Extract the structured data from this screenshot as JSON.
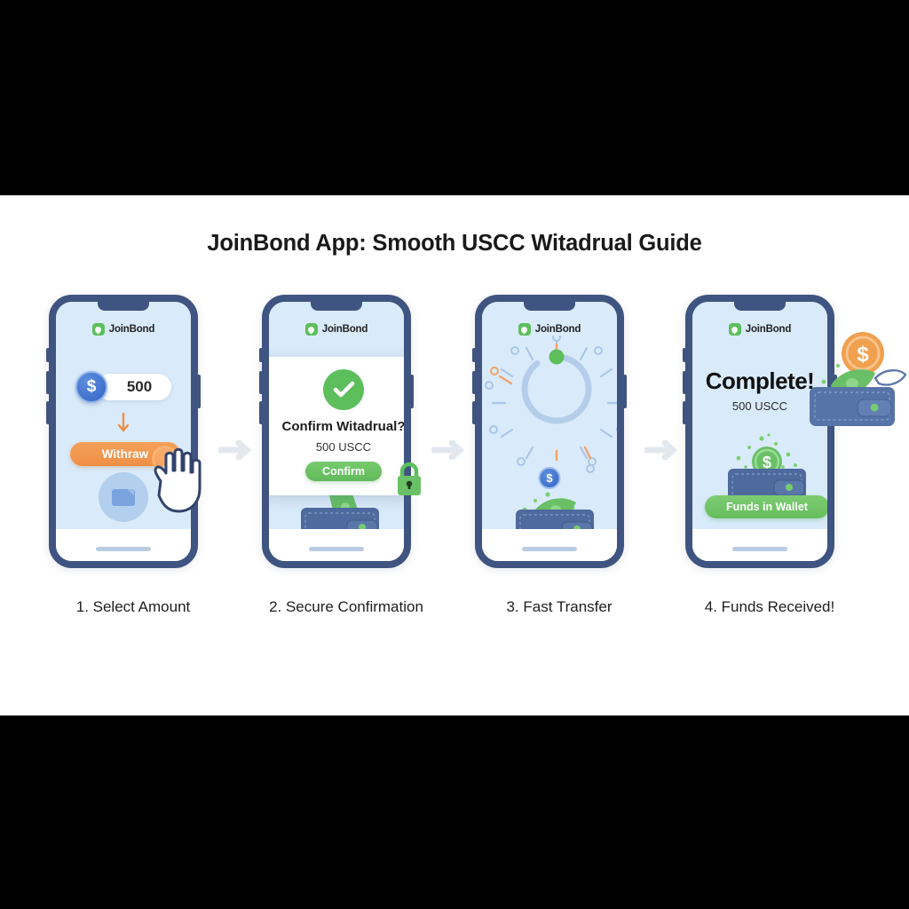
{
  "page": {
    "title": "JoinBond App: Smooth USCC Witadrual Guide",
    "background_color": "#ffffff",
    "letterbox_color": "#000000"
  },
  "brand": {
    "name": "JoinBond",
    "logo_icon": "leaf-shield-icon",
    "logo_color": "#5cbf5c"
  },
  "theme": {
    "phone_frame": "#3f5480",
    "screen_bg": "#d9ebfa",
    "accent_orange": "#ef8f46",
    "accent_green": "#5cbf5c",
    "accent_blue": "#3663c4",
    "arrow_gray": "#e3e8ef"
  },
  "connector": {
    "icon": "arrow-right-icon",
    "count": 3
  },
  "steps": [
    {
      "number": "1",
      "caption": "1. Select Amount",
      "screen": {
        "amount_value": "500",
        "coin_symbol": "$",
        "arrow_icon": "arrow-down-icon",
        "action_button": "Withraw",
        "wallet_icon": "wallet-icon",
        "cursor_icon": "hand-pointer-icon"
      }
    },
    {
      "number": "2",
      "caption": "2. Secure Confirmation",
      "screen": {
        "dialog_title": "Confirm Witadrual?",
        "dialog_amount": "500 USCC",
        "confirm_button": "Confirm",
        "check_icon": "check-circle-icon",
        "badge_icon": "badge-icon",
        "lock_icon": "lock-icon",
        "wallet_icon": "wallet-with-bill-icon"
      }
    },
    {
      "number": "3",
      "caption": "3. Fast Transfer",
      "screen": {
        "spinner_icon": "loading-ring-icon",
        "coin_symbol": "$",
        "rays_icon": "radiating-rays-icon",
        "wallet_icon": "wallet-with-bill-icon"
      }
    },
    {
      "number": "4",
      "caption": "4. Funds Received!",
      "screen": {
        "headline": "Complete!",
        "amount": "500 USCC",
        "action_button": "Funds in Wallet",
        "wallet_icon": "wallet-with-coin-icon",
        "overflow_coin_icon": "orange-dollar-coin-icon",
        "overflow_bill_icon": "winged-money-icon",
        "overflow_wallet_icon": "wallet-icon"
      }
    }
  ]
}
